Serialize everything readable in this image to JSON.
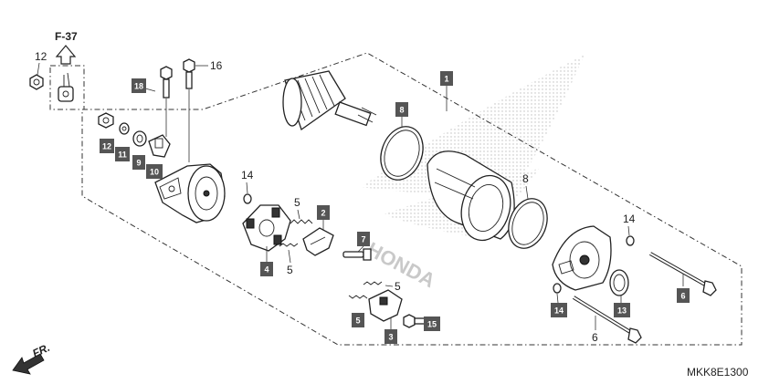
{
  "diagram": {
    "reference_label": "F-37",
    "direction_label": "FR.",
    "diagram_code": "MKK8E1300",
    "watermark": "HONDA",
    "callouts": {
      "c1": "1",
      "c2": "2",
      "c3": "3",
      "c4": "4",
      "c5a": "5",
      "c5b": "5",
      "c5c": "5",
      "c5d": "5",
      "c6a": "6",
      "c6b": "6",
      "c7": "7",
      "c8a": "8",
      "c8b": "8",
      "c9": "9",
      "c10": "10",
      "c11": "11",
      "c12a": "12",
      "c12b": "12",
      "c13": "13",
      "c14a": "14",
      "c14b": "14",
      "c14c": "14",
      "c15": "15",
      "c16": "16",
      "c18": "18"
    }
  },
  "colors": {
    "line": "#222222",
    "callout_box": "#555555",
    "watermark": "#bdbdbd"
  }
}
